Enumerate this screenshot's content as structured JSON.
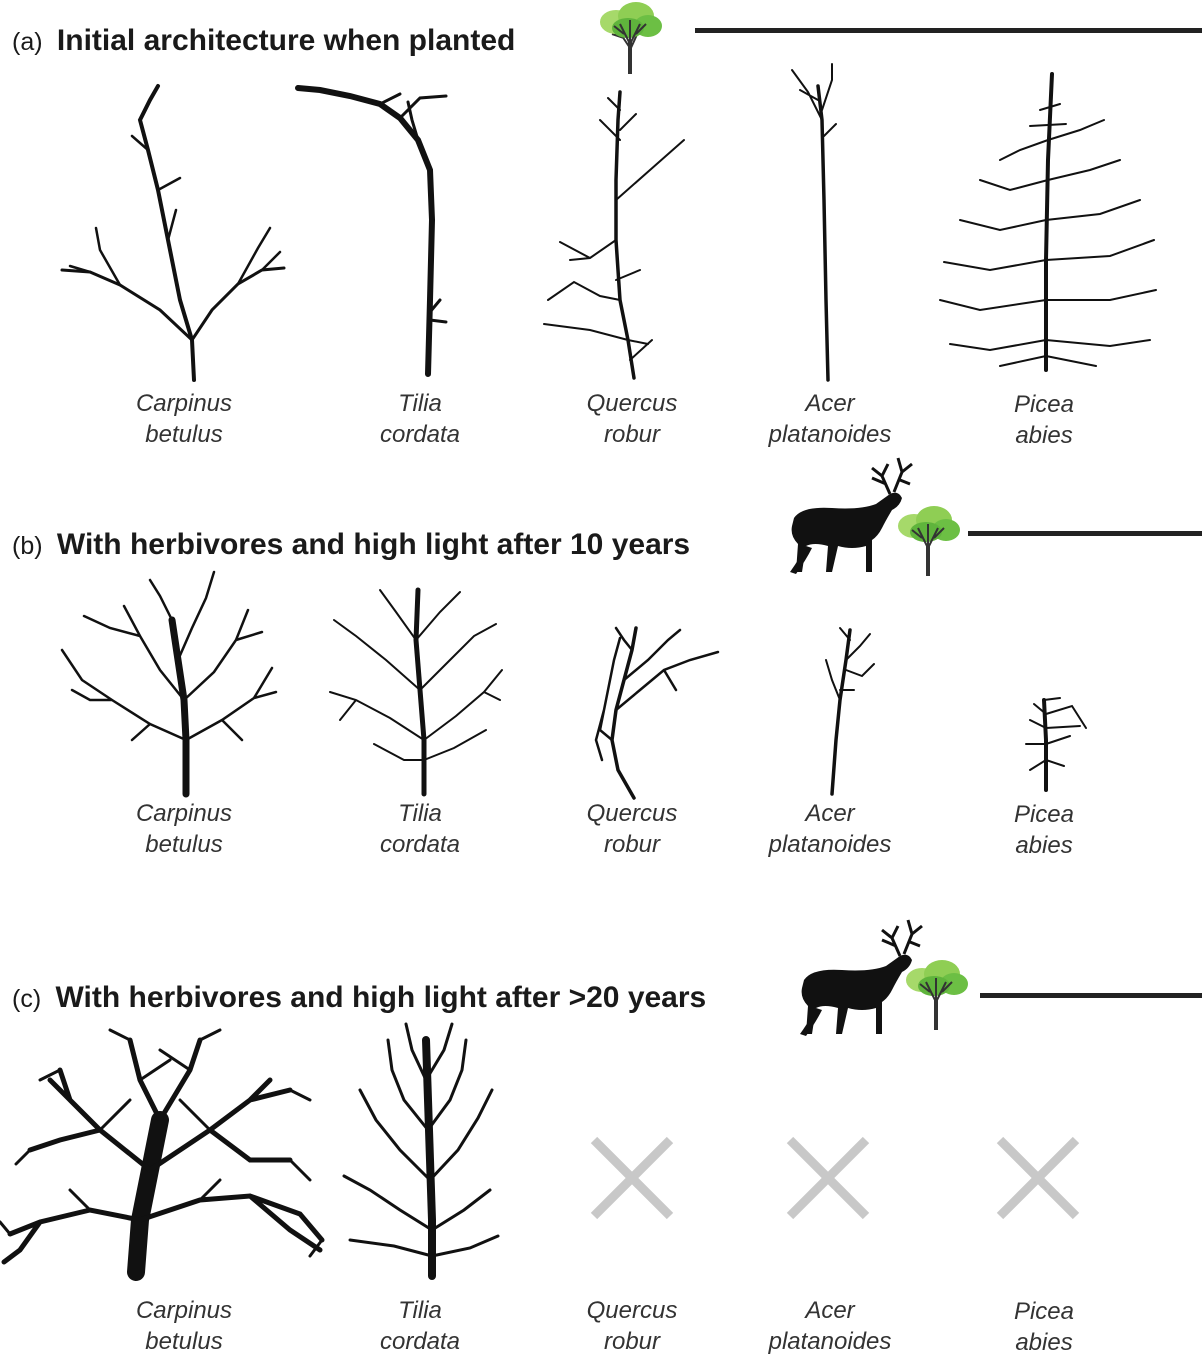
{
  "panels": [
    {
      "tag": "(a)",
      "title": "Initial architecture when planted",
      "species": [
        {
          "genus": "Carpinus",
          "epithet": "betulus",
          "status": "present"
        },
        {
          "genus": "Tilia",
          "epithet": "cordata",
          "status": "present"
        },
        {
          "genus": "Quercus",
          "epithet": "robur",
          "status": "present"
        },
        {
          "genus": "Acer",
          "epithet": "platanoides",
          "status": "present"
        },
        {
          "genus": "Picea",
          "epithet": "abies",
          "status": "present"
        }
      ]
    },
    {
      "tag": "(b)",
      "title": "With herbivores and high light after 10 years",
      "species": [
        {
          "genus": "Carpinus",
          "epithet": "betulus",
          "status": "present"
        },
        {
          "genus": "Tilia",
          "epithet": "cordata",
          "status": "present"
        },
        {
          "genus": "Quercus",
          "epithet": "robur",
          "status": "present"
        },
        {
          "genus": "Acer",
          "epithet": "platanoides",
          "status": "present"
        },
        {
          "genus": "Picea",
          "epithet": "abies",
          "status": "present"
        }
      ]
    },
    {
      "tag": "(c)",
      "title": "With herbivores and high light after >20 years",
      "species": [
        {
          "genus": "Carpinus",
          "epithet": "betulus",
          "status": "present"
        },
        {
          "genus": "Tilia",
          "epithet": "cordata",
          "status": "present"
        },
        {
          "genus": "Quercus",
          "epithet": "robur",
          "status": "absent"
        },
        {
          "genus": "Acer",
          "epithet": "platanoides",
          "status": "absent"
        },
        {
          "genus": "Picea",
          "epithet": "abies",
          "status": "absent"
        }
      ]
    }
  ],
  "icons": {
    "tree_icon": "sapling-tree-icon",
    "herbivore_icon": "deer-icon",
    "absent_marker": "cross-icon"
  },
  "colors": {
    "text": "#1a1a1a",
    "tree_silhouette": "#111111",
    "rule": "#222222",
    "canopy_light": "#a6d96a",
    "canopy_dark": "#5fb43c",
    "absent_cross": "#c8c8c8"
  }
}
